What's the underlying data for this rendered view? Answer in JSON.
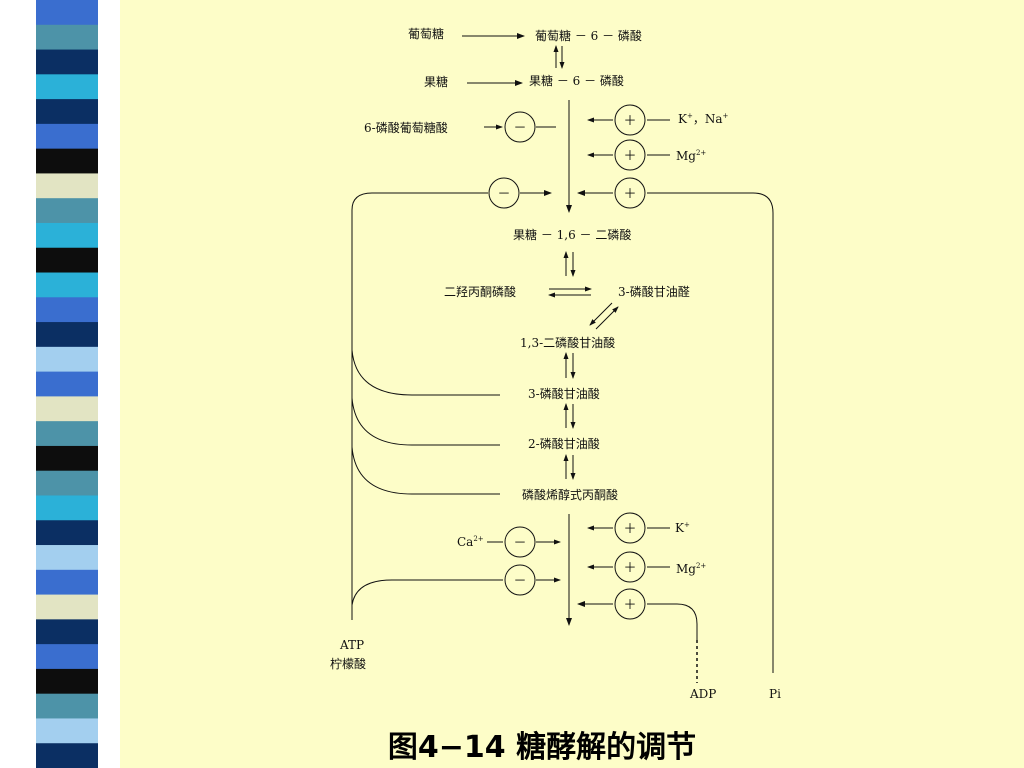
{
  "colors": {
    "background": "#fdfdc8",
    "line": "#111111"
  },
  "strip_colors": [
    "#3a6ecf",
    "#4d93a8",
    "#0b2f63",
    "#2bb1d8",
    "#0b2f63",
    "#3a6ecf",
    "#0d0d0d",
    "#e2e4c3",
    "#4d93a8",
    "#2bb1d8",
    "#0d0d0d",
    "#2bb1d8",
    "#3a6ecf",
    "#0b2f63",
    "#a3cfef",
    "#3a6ecf",
    "#e2e4c3",
    "#4d93a8",
    "#0d0d0d",
    "#4d93a8",
    "#2bb1d8",
    "#0b2f63",
    "#a3cfef",
    "#3a6ecf",
    "#e2e4c3",
    "#0b2f63",
    "#3a6ecf",
    "#0d0d0d",
    "#4d93a8",
    "#a3cfef",
    "#0b2f63"
  ],
  "nodes": {
    "glucose": "葡萄糖",
    "g6p": "葡萄糖 － 6 － 磷酸",
    "fructose": "果糖",
    "f6p": "果糖 － 6 － 磷酸",
    "pg6": "6-磷酸葡萄糖酸",
    "k": "K",
    "na": "Na",
    "sep": "，",
    "mg": "Mg",
    "fbp": "果糖 － 1,6 － 二磷酸",
    "dhap": "二羟丙酮磷酸",
    "gap": "3-磷酸甘油醛",
    "bpg13": "1,3-二磷酸甘油酸",
    "pg3": "3-磷酸甘油酸",
    "pg2": "2-磷酸甘油酸",
    "pep": "磷酸烯醇式丙酮酸",
    "k2": "K",
    "ca": "Ca",
    "mg2": "Mg",
    "atp": "ATP",
    "citrate": "柠檬酸",
    "adp": "ADP",
    "pi": "Pi"
  },
  "superscripts": {
    "plus": "+",
    "two_plus": "2+"
  },
  "regulators": [
    {
      "id": "r1",
      "sign": "－"
    },
    {
      "id": "r2",
      "sign": "＋"
    },
    {
      "id": "r3",
      "sign": "＋"
    },
    {
      "id": "r4",
      "sign": "－"
    },
    {
      "id": "r5",
      "sign": "＋"
    },
    {
      "id": "r6",
      "sign": "＋"
    },
    {
      "id": "r7",
      "sign": "－"
    },
    {
      "id": "r8",
      "sign": "＋"
    },
    {
      "id": "r9",
      "sign": "－"
    },
    {
      "id": "r10",
      "sign": "＋"
    }
  ],
  "caption": "图4−14  糖酵解的调节"
}
